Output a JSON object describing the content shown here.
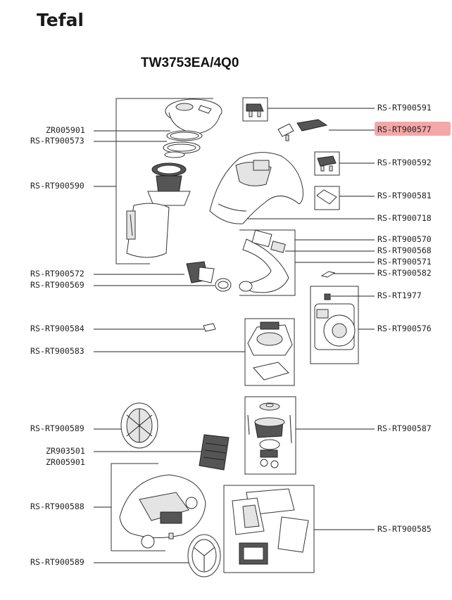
{
  "header": {
    "brand": "Tefal",
    "model": "TW3753EA/4Q0"
  },
  "highlight_color": "#f08a8a",
  "labels": {
    "left": [
      "ZR005901",
      "RS-RT900573",
      "RS-RT900590",
      "RS-RT900572",
      "RS-RT900569",
      "RS-RT900584",
      "RS-RT900583",
      "RS-RT900589",
      "ZR903501",
      "ZR005901",
      "RS-RT900588",
      "RS-RT900589"
    ],
    "right": [
      "RS-RT900591",
      "RS-RT900577",
      "RS-RT900592",
      "RS-RT900581",
      "RS-RT900718",
      "RS-RT900570",
      "RS-RT900568",
      "RS-RT900571",
      "RS-RT900582",
      "RS-RT1977",
      "RS-RT900576",
      "RS-RT900587",
      "RS-RT900585"
    ],
    "highlighted": "RS-RT900577"
  }
}
